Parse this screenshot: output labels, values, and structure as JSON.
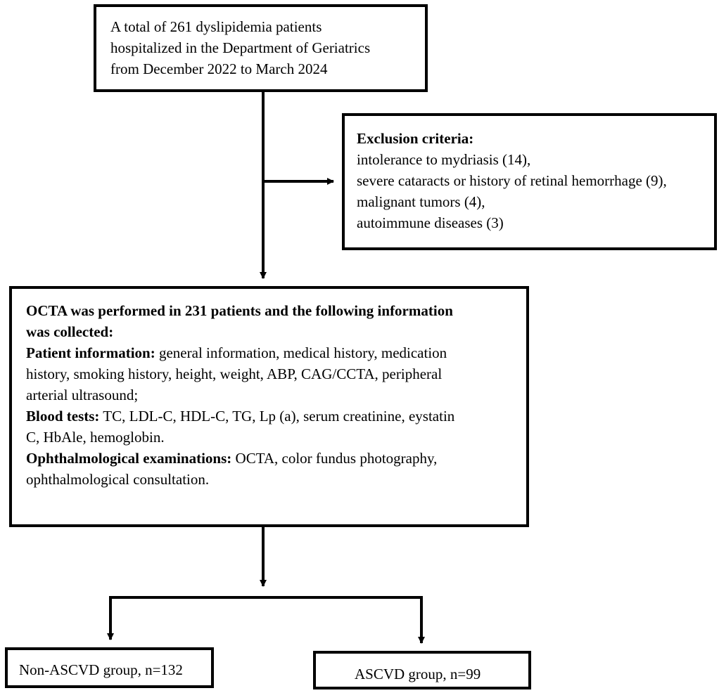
{
  "top_box": {
    "lines": [
      "A total of 261 dyslipidemia patients",
      "hospitalized in the Department of Geriatrics",
      "from December 2022 to March 2024"
    ]
  },
  "exclusion_box": {
    "heading": "Exclusion criteria:",
    "items": [
      "intolerance to mydriasis (14),",
      "severe cataracts or history of retinal hemorrhage (9),",
      "malignant tumors (4),",
      "autoimmune diseases (3)"
    ]
  },
  "octa_box": {
    "heading_line1": "OCTA was performed in 231 patients and the following information",
    "heading_line2": "was collected:",
    "patient_label": "Patient information:",
    "patient_text_line1": " general information, medical history, medication",
    "patient_text_line2": "history, smoking history, height, weight, ABP, CAG/CCTA, peripheral",
    "patient_text_line3": "arterial ultrasound;",
    "blood_label": "Blood tests:",
    "blood_text_line1": " TC, LDL-C, HDL-C, TG, Lp (a), serum creatinine, eystatin",
    "blood_text_line2": "C, HbAle, hemoglobin.",
    "ophth_label": "Ophthalmological examinations:",
    "ophth_text_line1": " OCTA, color fundus photography,",
    "ophth_text_line2": "ophthalmological consultation."
  },
  "groups": {
    "left_label": "Non-ASCVD group, n=132",
    "right_label": "ASCVD group, n=99"
  }
}
